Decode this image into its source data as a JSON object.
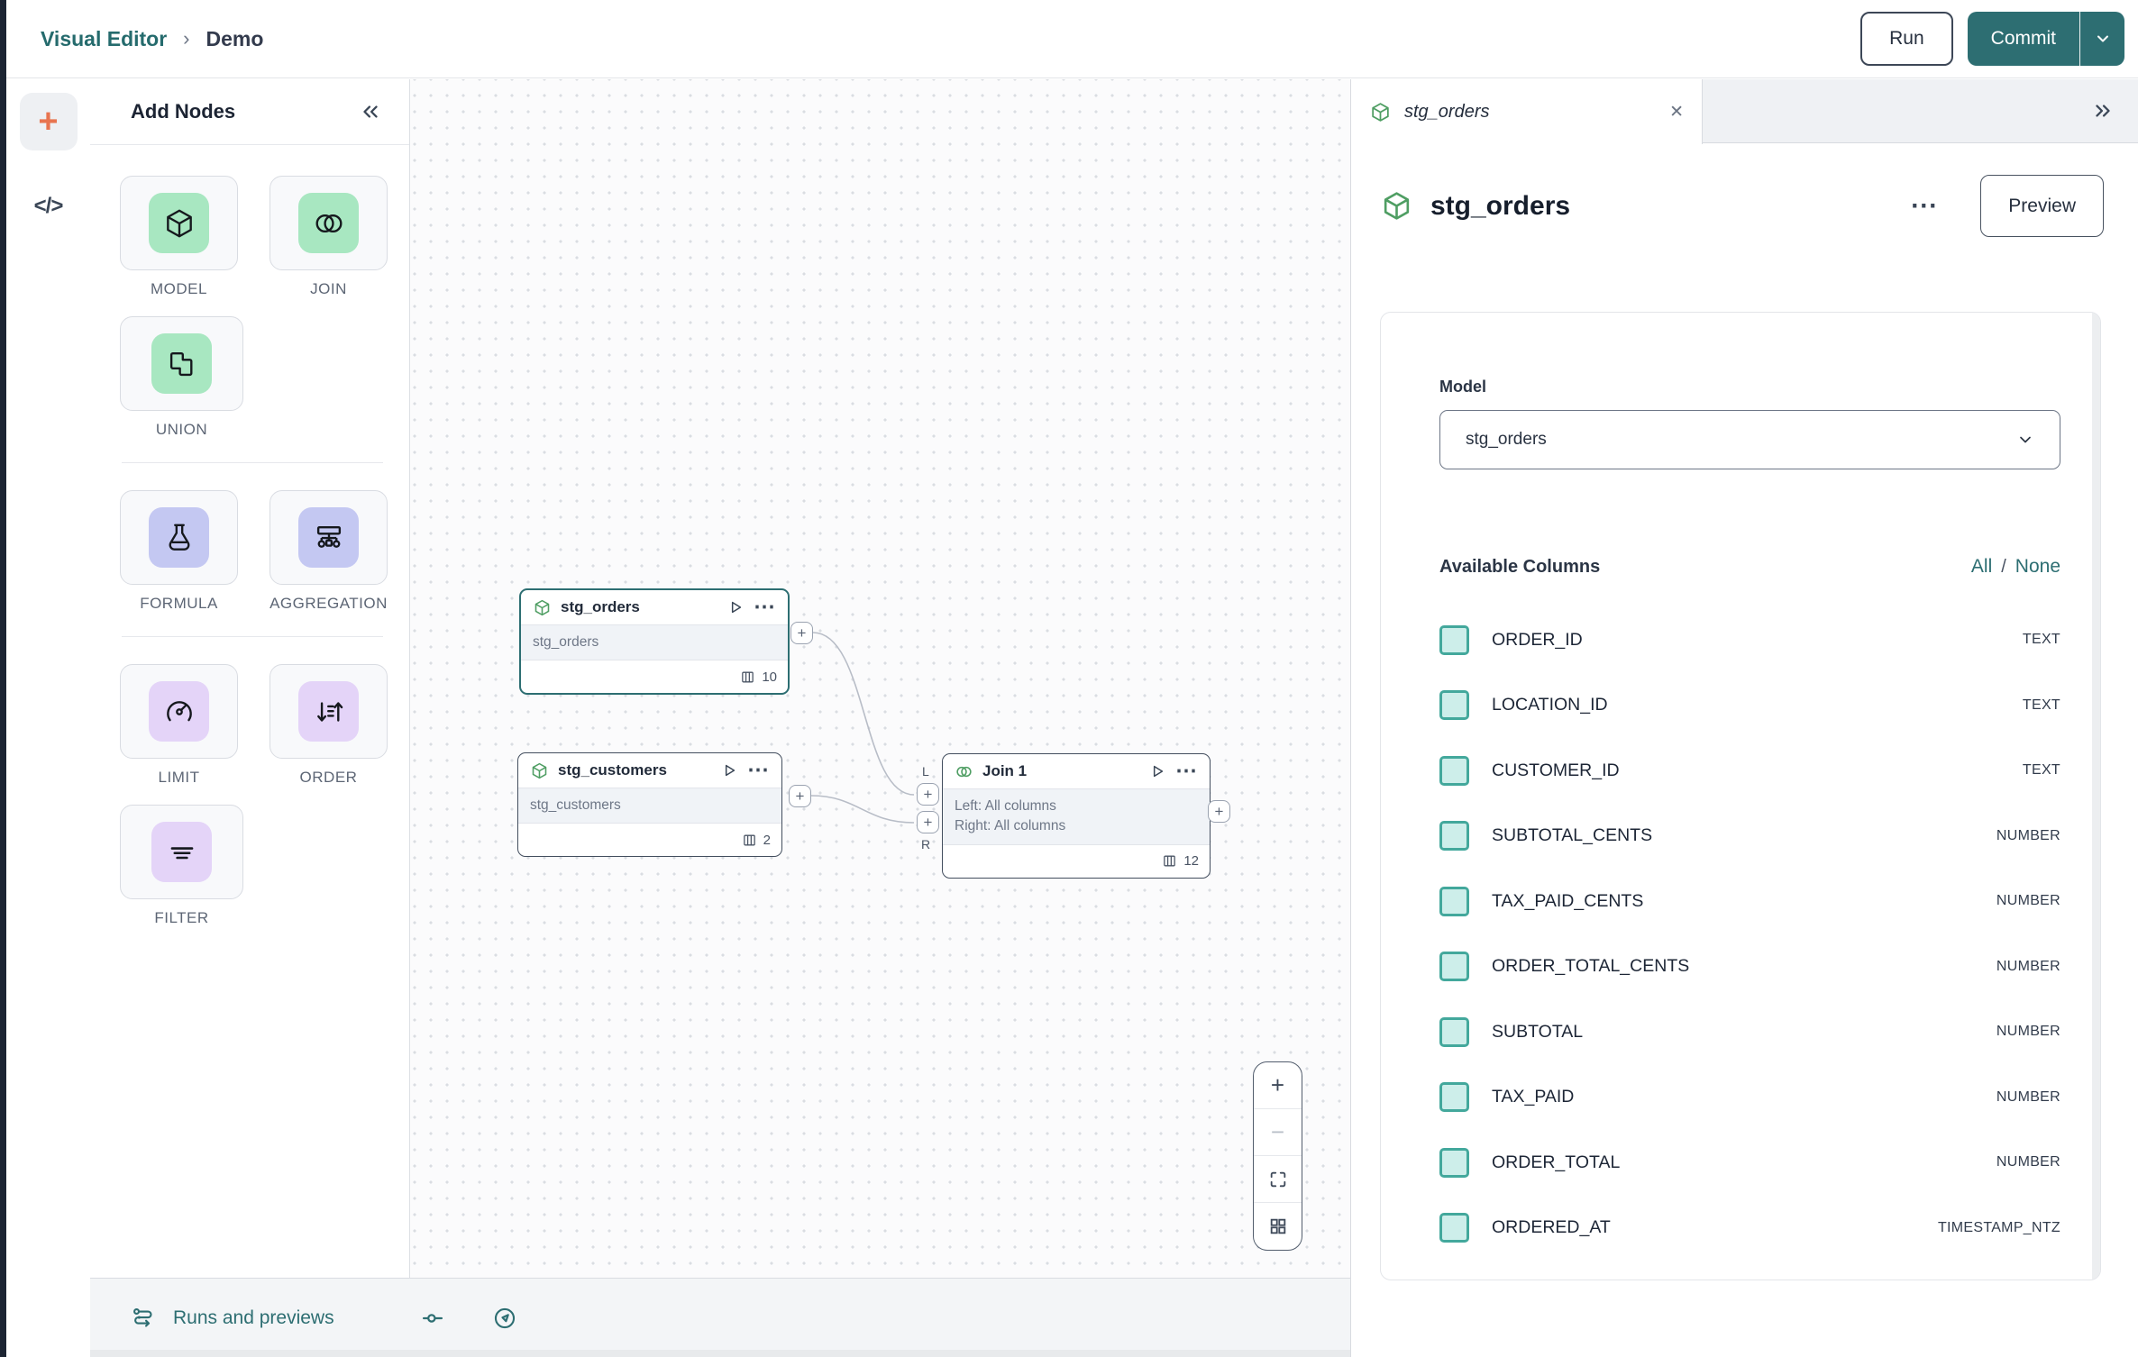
{
  "topbar": {
    "breadcrumb": {
      "root": "Visual Editor",
      "separator": "›",
      "current": "Demo"
    },
    "run_label": "Run",
    "commit_label": "Commit"
  },
  "icons": {
    "plus": "+",
    "minus": "−",
    "more": "⋯",
    "close": "✕",
    "code": "</>"
  },
  "add_nodes": {
    "title": "Add Nodes",
    "tiles": [
      {
        "label": "MODEL",
        "tone": "green"
      },
      {
        "label": "JOIN",
        "tone": "green"
      },
      {
        "label": "UNION",
        "tone": "green"
      },
      {
        "label": "FORMULA",
        "tone": "indigo"
      },
      {
        "label": "AGGREGATION",
        "tone": "indigo"
      },
      {
        "label": "LIMIT",
        "tone": "purple"
      },
      {
        "label": "ORDER",
        "tone": "purple"
      },
      {
        "label": "FILTER",
        "tone": "purple"
      }
    ]
  },
  "canvas": {
    "port_labels": {
      "left": "L",
      "right": "R"
    },
    "nodes": [
      {
        "title": "stg_orders",
        "subtitle": "stg_orders",
        "count": "10"
      },
      {
        "title": "stg_customers",
        "subtitle": "stg_customers",
        "count": "2"
      },
      {
        "title": "Join 1",
        "line1": "Left: All columns",
        "line2": "Right: All columns",
        "count": "12"
      }
    ]
  },
  "right_panel": {
    "tab_title": "stg_orders",
    "title": "stg_orders",
    "preview_label": "Preview",
    "model_label": "Model",
    "model_value": "stg_orders",
    "available_label": "Available Columns",
    "select_all": "All",
    "select_divider": "/",
    "select_none": "None",
    "columns": [
      {
        "name": "ORDER_ID",
        "type": "TEXT"
      },
      {
        "name": "LOCATION_ID",
        "type": "TEXT"
      },
      {
        "name": "CUSTOMER_ID",
        "type": "TEXT"
      },
      {
        "name": "SUBTOTAL_CENTS",
        "type": "NUMBER"
      },
      {
        "name": "TAX_PAID_CENTS",
        "type": "NUMBER"
      },
      {
        "name": "ORDER_TOTAL_CENTS",
        "type": "NUMBER"
      },
      {
        "name": "SUBTOTAL",
        "type": "NUMBER"
      },
      {
        "name": "TAX_PAID",
        "type": "NUMBER"
      },
      {
        "name": "ORDER_TOTAL",
        "type": "NUMBER"
      },
      {
        "name": "ORDERED_AT",
        "type": "TIMESTAMP_NTZ"
      }
    ]
  },
  "bottom_bar": {
    "label": "Runs and previews"
  },
  "colors": {
    "accent_teal": "#2d6e72",
    "node_selected_border": "#2d6e72",
    "tile_green": "#a8e7c1",
    "tile_indigo": "#c4c8f2",
    "tile_purple": "#e4d4f8",
    "checkbox_fill": "#cdeeea",
    "checkbox_border": "#43a89c",
    "add_plus_orange": "#e8744f",
    "icon_green": "#4f9e63",
    "edge_stroke": "#b8bdc7"
  }
}
